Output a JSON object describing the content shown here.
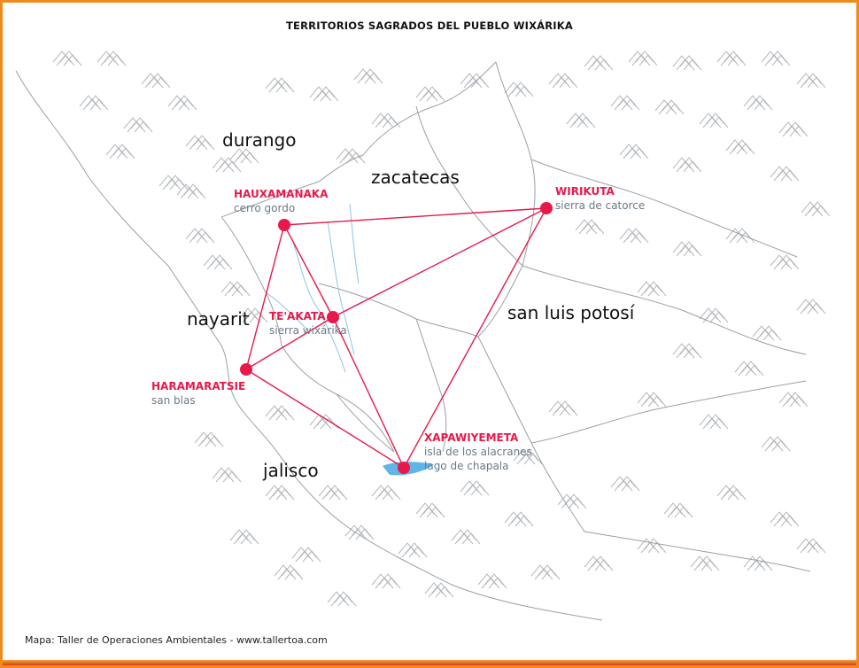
{
  "title": "TERRITORIOS SAGRADOS DEL PUEBLO WIXÁRIKA",
  "states": {
    "durango": "durango",
    "zacatecas": "zacatecas",
    "nayarit": "nayarit",
    "san_luis_potosi": "san luis potosí",
    "jalisco": "jalisco"
  },
  "sites": {
    "hauxamanaka": {
      "name": "HAUXAMANAKA",
      "sub": "cerro gordo"
    },
    "wirikuta": {
      "name": "WIRIKUTA",
      "sub": "sierra de catorce"
    },
    "teakata": {
      "name": "TE'AKATA",
      "sub": "sierra wixárika"
    },
    "haramaratsie": {
      "name": "HARAMARATSIE",
      "sub": "san blas"
    },
    "xapawiyemeta": {
      "name": "XAPAWIYEMETA",
      "sub1": "isla de los alacranes",
      "sub2": "lago de chapala"
    }
  },
  "credit": "Mapa: Taller de Operaciones Ambientales - www.tallertoa.com",
  "colors": {
    "route": "#e8194a",
    "site_name": "#e8194a",
    "site_sub": "#6a7a88",
    "border": "#9aa0a6",
    "river": "#8ec3e6",
    "lake": "#5fb4e8",
    "mountain": "#b5b9bd",
    "frame": "#f08a1c"
  }
}
